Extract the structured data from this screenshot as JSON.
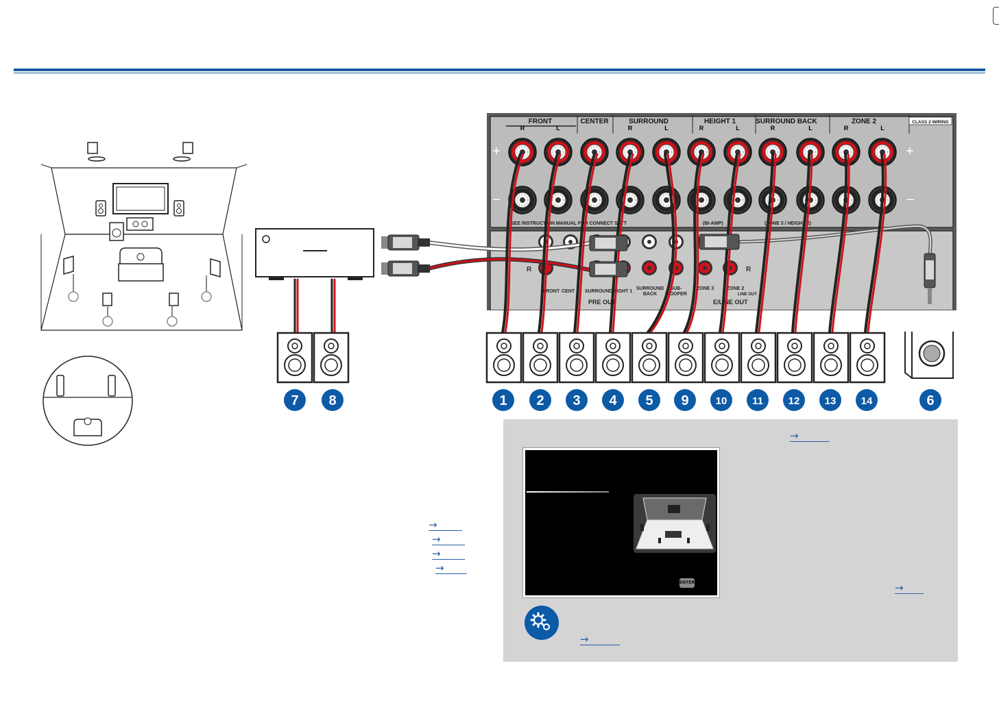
{
  "terminal_labels": {
    "front": "FRONT",
    "center": "CENTER",
    "surround": "SURROUND",
    "height1": "HEIGHT 1",
    "surround_back": "SURROUND BACK",
    "zone2": "ZONE 2",
    "class2": "CLASS 2 WIRING",
    "r": "R",
    "l": "L",
    "plus": "+",
    "minus": "−",
    "see_manual": "SEE INSTRUCTION MANUAL FOR CONNECT SETT",
    "biamp": "(BI-AMP)",
    "zone3_height2": "(ZONE 3 / HEIGHT 2)"
  },
  "preout_labels": {
    "front": "FRONT",
    "center": "CENT",
    "surround": "SURROUND",
    "height1": "EIGHT 1",
    "surround_back_1": "SURROUND",
    "surround_back_2": "BACK",
    "subwoofer_1": "SUB-",
    "subwoofer_2": "WOOFER",
    "zone3": "ZONE 3",
    "zone2": "ZONE 2",
    "pre_out": "PRE OUT",
    "line_out": "E/LINE OUT",
    "line_out_small": "LINE OUT",
    "r": "R"
  },
  "speaker_numbers": {
    "s1": "1",
    "s2": "2",
    "s3": "3",
    "s4": "4",
    "s5": "5",
    "s9": "9",
    "s10": "10",
    "s11": "11",
    "s12": "12",
    "s13": "13",
    "s14": "14",
    "s6": "6",
    "s7": "7",
    "s8": "8"
  },
  "enter_button": "ENTER",
  "links": [
    {
      "text": "→",
      "name": "panel-link-top"
    },
    {
      "text": "→",
      "name": "left-link-1"
    },
    {
      "text": "→",
      "name": "left-link-2"
    },
    {
      "text": "→",
      "name": "left-link-3"
    },
    {
      "text": "→",
      "name": "left-link-4"
    },
    {
      "text": "→",
      "name": "panel-link-right"
    },
    {
      "text": "→",
      "name": "panel-link-bottom"
    }
  ],
  "colors": {
    "accent": "#1a5aa0",
    "badge": "#0d5aa7",
    "red_terminal": "#d0121b",
    "panel_grey": "#d4d4d4"
  }
}
